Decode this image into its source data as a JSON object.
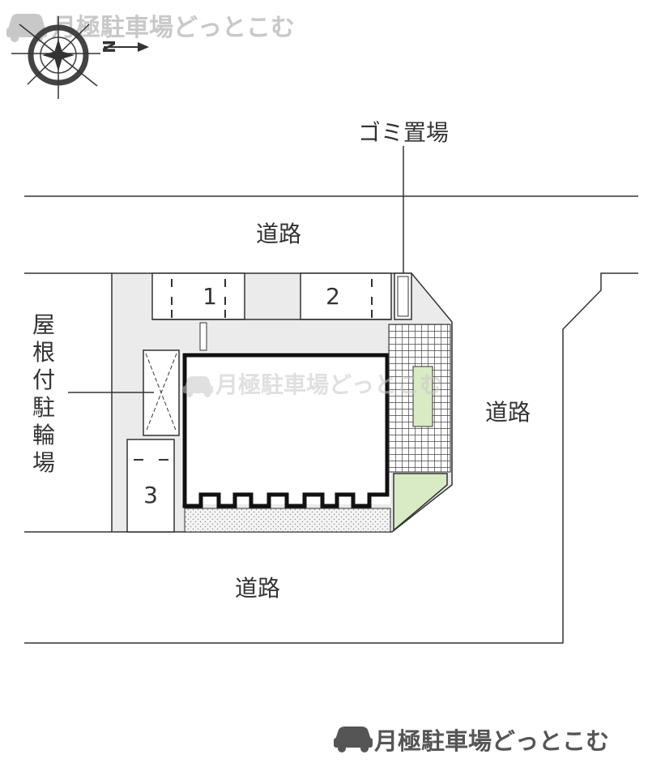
{
  "watermark": {
    "brand": "月極駐車場どっとこむ",
    "icon": "car-icon"
  },
  "compass": {
    "north_label": "N",
    "icon": "compass-rose-icon"
  },
  "labels": {
    "garbage": "ゴミ置場",
    "road_top": "道路",
    "road_right": "道路",
    "road_bottom": "道路",
    "bicycle_parking": [
      "屋",
      "根",
      "付",
      "駐",
      "輪",
      "場"
    ]
  },
  "parking_spaces": [
    {
      "number": "1"
    },
    {
      "number": "2"
    },
    {
      "number": "3"
    }
  ],
  "colors": {
    "line": "#333333",
    "lot_gray": "#ebebeb",
    "planting_green": "#d8ebc4",
    "watermark_gray": "#c8c8c8",
    "watermark_dark": "#555555"
  }
}
